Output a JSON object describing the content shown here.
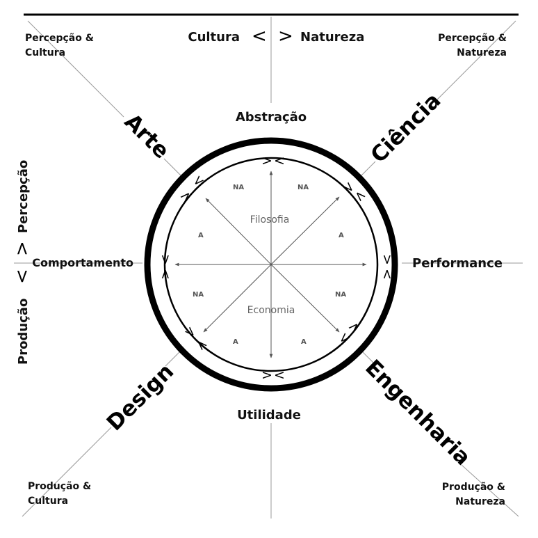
{
  "top": {
    "left": "Cultura",
    "lt": "<",
    "gt": ">",
    "right": "Natureza"
  },
  "left": {
    "top": "Percepção",
    "gt": ">",
    "lt": "<",
    "bottom": "Produção"
  },
  "corners": {
    "tl": [
      "Percepção &",
      "Cultura"
    ],
    "tr": [
      "Percepção &",
      "Natureza"
    ],
    "bl": [
      "Produção &",
      "Cultura"
    ],
    "br": [
      "Produção &",
      "Natureza"
    ]
  },
  "axes": {
    "top": "Abstração",
    "bottom": "Utilidade",
    "left": "Comportamento",
    "right": "Performance"
  },
  "disciplines": {
    "art": "Arte",
    "science": "Ciência",
    "design": "Design",
    "engineering": "Engenharia"
  },
  "inner": {
    "upper": "Filosofia",
    "lower": "Economia",
    "na": "NA",
    "a": "A"
  },
  "chevrons": {
    "gt": ">",
    "lt": "<"
  }
}
